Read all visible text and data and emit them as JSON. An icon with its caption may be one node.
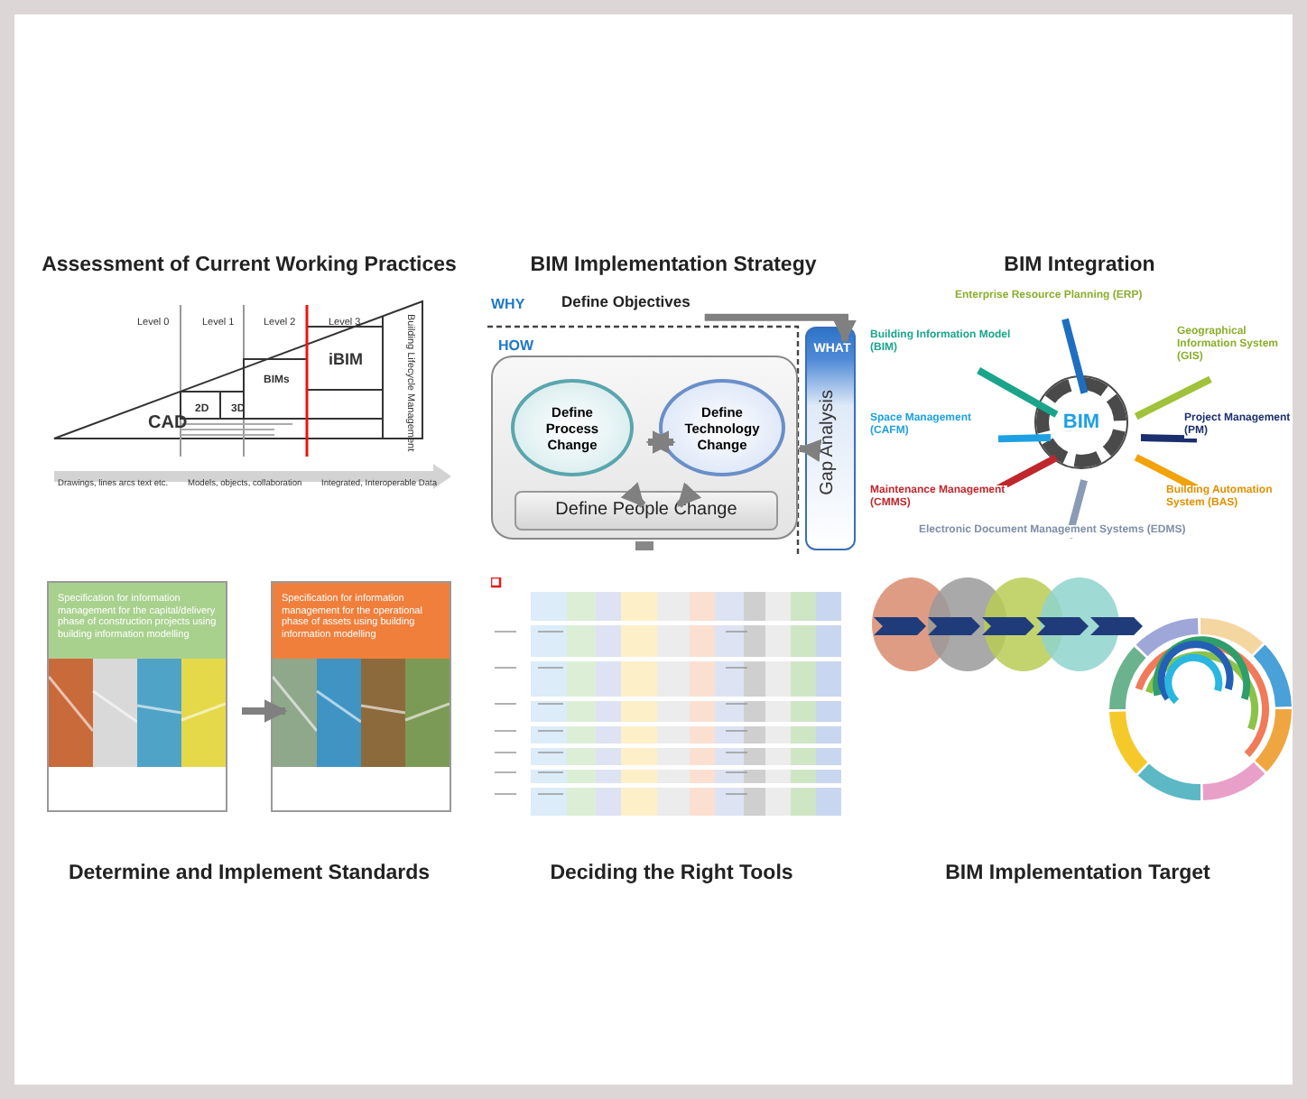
{
  "diagram": {
    "nodes": [
      {
        "text": [
          "Assessment of Current Working Practices"
        ]
      },
      {
        "text": [
          "BIM Implementation Strategy"
        ]
      },
      {
        "text": [
          "Define Objectives"
        ],
        "in": 1,
        "beside": [
          "WHY"
        ]
      },
      {
        "text": [
          "HOW"
        ],
        "in": 1
      },
      {
        "text": [
          "Define Process Change"
        ],
        "in": 3
      },
      {
        "text": [
          "Define Technology Change"
        ],
        "in": 3
      },
      {
        "text": [
          "Define People Change"
        ],
        "in": 3
      },
      {
        "text": [
          "WHAT",
          "Gap Analysis"
        ]
      },
      {
        "text": [
          "BIM Integration"
        ]
      },
      {
        "text": [
          "BIM"
        ],
        "in": 8
      },
      {
        "text": [
          "Enterprise Resource Planning (ERP)"
        ],
        "in": 8
      },
      {
        "text": [
          "Building Information Model (BIM)"
        ],
        "in": 8
      },
      {
        "text": [
          "Geographical Information System (GIS)"
        ],
        "in": 8
      },
      {
        "text": [
          "Space Management (CAFM)"
        ],
        "in": 8
      },
      {
        "text": [
          "Project Management (PM)"
        ],
        "in": 8
      },
      {
        "text": [
          "Maintenance Management (CMMS)"
        ],
        "in": 8
      },
      {
        "text": [
          "Building Automation System (BAS)"
        ],
        "in": 8
      },
      {
        "text": [
          "Electronic Document Management Systems (EDMS)"
        ],
        "in": 8
      },
      {
        "text": [
          "Determine and Implement Standards"
        ]
      },
      {
        "text": [
          "Specification for information management for the capital/delivery phase of construction projects using building information modelling"
        ],
        "in": 18
      },
      {
        "text": [
          "Specification for information management for the operational phase of assets using building information modelling"
        ],
        "in": 18
      },
      {
        "text": [
          "Deciding the Right Tools"
        ]
      },
      {
        "text": [
          "BIM Implementation Target"
        ]
      }
    ],
    "edges": [
      {
        "from": 2,
        "to": 7,
        "arrow": "to"
      },
      {
        "from": 4,
        "to": 5,
        "arrow": "both"
      },
      {
        "from": 4,
        "to": 6,
        "arrow": "to"
      },
      {
        "from": 5,
        "to": 6,
        "arrow": "to"
      },
      {
        "from": 7,
        "to": 5,
        "arrow": "to"
      },
      {
        "from": 9,
        "to": 10,
        "arrow": "none",
        "color": "#1f6fc0"
      },
      {
        "from": 9,
        "to": 11,
        "arrow": "none",
        "color": "#1aa58a"
      },
      {
        "from": 9,
        "to": 12,
        "arrow": "none",
        "color": "#9fc23a"
      },
      {
        "from": 9,
        "to": 13,
        "arrow": "none",
        "color": "#1da1e2"
      },
      {
        "from": 9,
        "to": 14,
        "arrow": "none",
        "color": "#1b2f6e"
      },
      {
        "from": 9,
        "to": 15,
        "arrow": "none",
        "color": "#c0272d"
      },
      {
        "from": 9,
        "to": 16,
        "arrow": "none",
        "color": "#f0a30a"
      },
      {
        "from": 9,
        "to": 17,
        "arrow": "none",
        "color": "#8a9bb5"
      },
      {
        "from": 19,
        "to": 20,
        "arrow": "to"
      }
    ],
    "labels": [
      "Level 0",
      "Level 1",
      "Level 2",
      "Level 3",
      "iBIM",
      "BIMs",
      "2D",
      "3D",
      "CAD",
      "Building Lifecycle Management",
      "Drawings, lines arcs text etc.",
      "Models, objects, collaboration",
      "Integrated, Interoperable Data"
    ]
  }
}
